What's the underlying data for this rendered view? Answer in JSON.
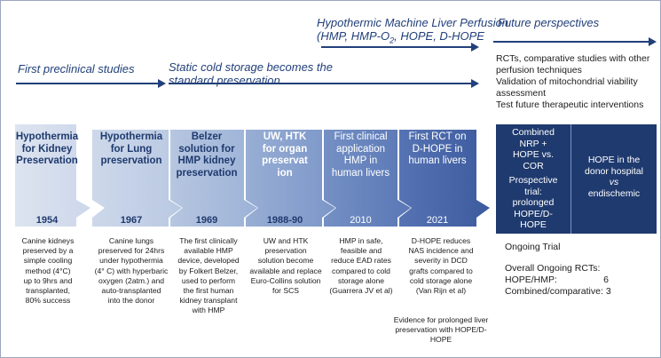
{
  "headings": {
    "preclinical": "First preclinical studies",
    "static_line1": "Static cold storage becomes the",
    "static_line2": "standard preservation",
    "hmp_line1": "Hypothermic Machine Liver Perfusion",
    "hmp_line2_a": "(HMP, HMP-O",
    "hmp_line2_sub": "2",
    "hmp_line2_b": ", HOPE, D-HOPE",
    "future": "Future perspectives"
  },
  "future_list": [
    "RCTs, comparative studies with other",
    "perfusion techniques",
    "Validation of mitochondrial viability",
    "assessment",
    "Test future therapeutic interventions"
  ],
  "milestones": [
    {
      "title": [
        "Hypothermia",
        "for Kidney",
        "Preservation"
      ],
      "year": "1954"
    },
    {
      "title": [
        "Hypothermia",
        "for Lung",
        "preservation"
      ],
      "year": "1967"
    },
    {
      "title": [
        "Belzer",
        "solution for",
        "HMP kidney",
        "preservation"
      ],
      "year": "1969"
    },
    {
      "title": [
        "UW, HTK",
        "for organ",
        "preservat",
        "ion"
      ],
      "year": "1988-90"
    },
    {
      "title": [
        "First clinical",
        "application",
        "HMP in",
        "human livers"
      ],
      "year": "2010"
    },
    {
      "title": [
        "First RCT on",
        "D-HOPE in",
        "human livers"
      ],
      "year": "2021"
    }
  ],
  "descriptions": [
    [
      "Canine kidneys",
      "preserved by a",
      "simple cooling",
      "method (4°C)",
      "up to 9hrs and",
      "transplanted,",
      "80% success"
    ],
    [
      "Canine lungs",
      "preserved for 24hrs",
      "under hypothermia",
      "(4° C) with hyperbaric",
      "oxygen (2atm.) and",
      "auto-transplanted",
      "into the donor"
    ],
    [
      "The first clinically",
      "available HMP",
      "device, developed",
      "by Folkert Belzer,",
      "used to perform",
      "the first human",
      "kidney transplant",
      "with HMP"
    ],
    [
      "UW and HTK",
      "preservation",
      "solution become",
      "available and replace",
      "Euro-Collins solution",
      "for SCS"
    ],
    [
      "HMP in safe,",
      "feasible and",
      "reduce EAD rates",
      "compared to cold",
      "storage alone",
      "(Guarrera JV et al)"
    ],
    [
      "D-HOPE reduces",
      "NAS incidence and",
      "severity in DCD",
      "grafts compared to",
      "cold storage alone",
      "(Van Rijn et al)"
    ]
  ],
  "evidence": [
    "Evidence for prolonged liver",
    "preservation with HOPE/D-",
    "HOPE"
  ],
  "future_box1": [
    "Combined",
    "NRP +",
    "HOPE vs.",
    "COR",
    "",
    "Prospective",
    "trial:",
    "prolonged",
    "HOPE/D-",
    "HOPE"
  ],
  "future_box2": {
    "line1": "HOPE in the",
    "line2": "donor hospital",
    "line3": "vs",
    "line4": "endischemic"
  },
  "ongoing": "Ongoing Trial",
  "overall": {
    "title": "Overall Ongoing RCTs:",
    "rows": [
      {
        "label": "HOPE/HMP:",
        "value": "6"
      },
      {
        "label": "Combined/comparative:",
        "value": "3"
      }
    ]
  },
  "colors": {
    "navy": "#22407a",
    "box": "#1f3a6e",
    "chevrons": [
      "#d3dcec",
      "#c2cfe6",
      "#a8bcdc",
      "#8aa3cd",
      "#6883bd",
      "#4a68ab"
    ]
  }
}
